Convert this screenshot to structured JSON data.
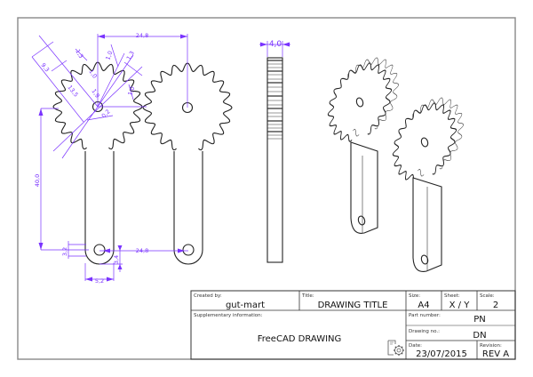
{
  "title_block": {
    "created_by_label": "Created by:",
    "created_by": "gut-mart",
    "title_label": "Title:",
    "title": "DRAWING TITLE",
    "size_label": "Size:",
    "size": "A4",
    "sheet_label": "Sheet:",
    "sheet": "X / Y",
    "scale_label": "Scale:",
    "scale": "2",
    "supplementary_label": "Supplementary information:",
    "supplementary": "FreeCAD DRAWING",
    "part_number_label": "Part number:",
    "part_number": "PN",
    "drawing_no_label": "Drawing no.:",
    "drawing_no": "DN",
    "date_label": "Date:",
    "date": "23/07/2015",
    "revision_label": "Revision:",
    "revision": "REV A",
    "logo_icon": "freecad-gear-logo-icon"
  },
  "dimensions": {
    "gear_center_distance_top": "24,8",
    "gear_center_distance_bottom": "24,8",
    "arm_length": "40,0",
    "hole_diameter": "3,2",
    "hole_offset": "3,4",
    "arm_width": "5,2",
    "thickness": "4,0",
    "tooth_dims": [
      "9,3",
      "1,3",
      "13,5",
      "0,2",
      "1,0",
      "1,0",
      "1,0",
      "1,9",
      "1,3"
    ]
  },
  "colors": {
    "dimension": "#7a33ff",
    "part_line": "#222222",
    "border": "#888888"
  }
}
